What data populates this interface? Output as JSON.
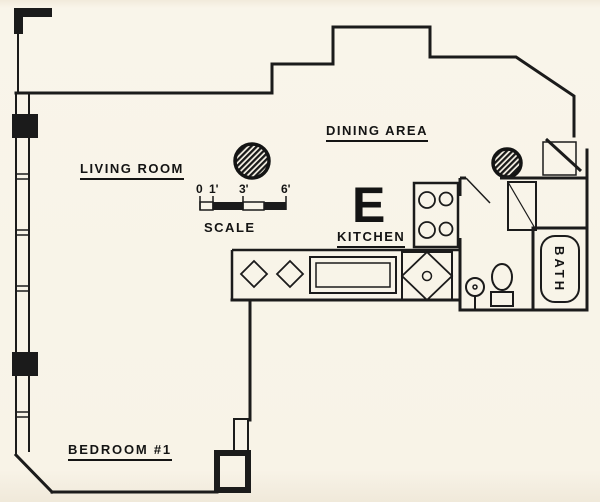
{
  "rooms": {
    "living_room": "LIVING ROOM",
    "dining_area": "DINING AREA",
    "kitchen": "KITCHEN",
    "bedroom": "BEDROOM #1",
    "bath": "BATH"
  },
  "scale_bar": {
    "label": "SCALE",
    "ticks": [
      "0",
      "1'",
      "3'",
      "6'"
    ]
  },
  "marker_letter": "E",
  "colors": {
    "paper": "#f8f3e7",
    "ink": "#1b1b1b"
  }
}
